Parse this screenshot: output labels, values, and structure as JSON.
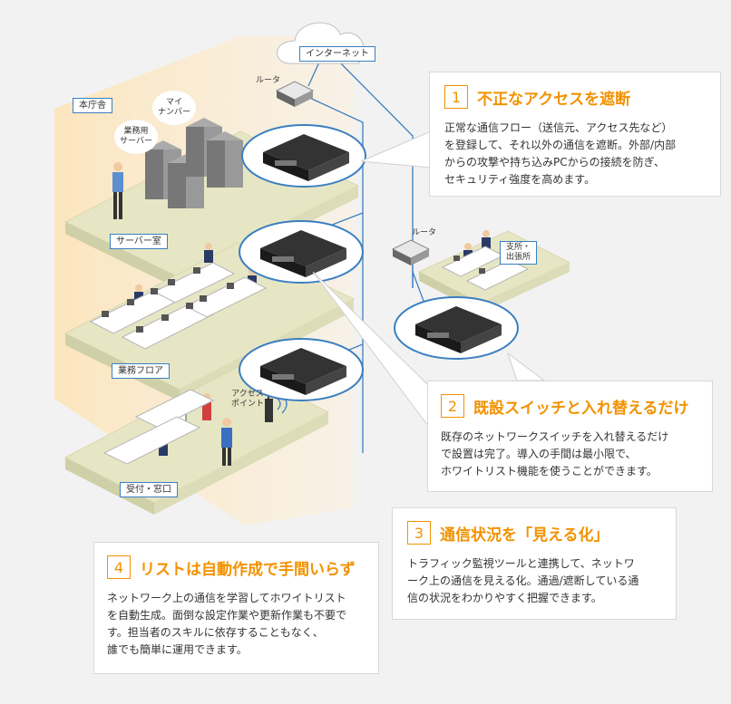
{
  "labels": {
    "internet": "インターネット",
    "router_main": "ルータ",
    "router_branch": "ルータ",
    "main_building": "本庁舎",
    "my_number": "マイ\nナンバー",
    "business_server": "業務用\nサーバー",
    "server_room": "サーバー室",
    "work_floor": "業務フロア",
    "access_point": "アクセス\nポイント",
    "reception": "受付・窓口",
    "branch": "支所・\n出張所"
  },
  "boxes": [
    {
      "number": "1",
      "title": "不正なアクセスを遮断",
      "body": "正常な通信フロー（送信元、アクセス先など）\nを登録して、それ以外の通信を遮断。外部/内部\nからの攻撃や持ち込みPCからの接続を防ぎ、\nセキュリティ強度を高めます。"
    },
    {
      "number": "2",
      "title": "既設スイッチと入れ替えるだけ",
      "body": "既存のネットワークスイッチを入れ替えるだけ\nで設置は完了。導入の手間は最小限で、\nホワイトリスト機能を使うことができます。"
    },
    {
      "number": "3",
      "title": "通信状況を「見える化」",
      "body": "トラフィック監視ツールと連携して、ネットワ\nーク上の通信を見える化。通過/遮断している通\n信の状況をわかりやすく把握できます。"
    },
    {
      "number": "4",
      "title": "リストは自動作成で手間いらず",
      "body": "ネットワーク上の通信を学習してホワイトリスト\nを自動生成。面倒な設定作業や更新作業も不要で\nす。担当者のスキルに依存することもなく、\n誰でも簡単に運用できます。"
    }
  ]
}
